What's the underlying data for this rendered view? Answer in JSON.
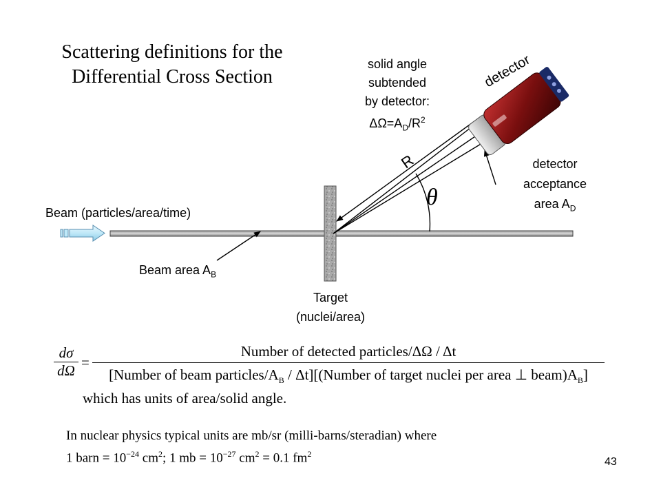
{
  "title_line1": "Scattering definitions for the",
  "title_line2": "Differential Cross Section",
  "beam_label": "Beam (particles/area/time)",
  "beam_area": {
    "text": "Beam area A",
    "sub": "B"
  },
  "target_line1": "Target",
  "target_line2": "(nuclei/area)",
  "solid_angle": {
    "line1": "solid angle",
    "line2": "subtended",
    "line3": "by detector:",
    "delta": "Δ",
    "omega": "Ω",
    "eq": "=A",
    "sub": "D",
    "over_r": "/R",
    "sup": "2"
  },
  "detector_label": "detector",
  "r_label": "R",
  "theta_label": "θ",
  "acceptance": {
    "line1": "detector",
    "line2": "acceptance",
    "line3": "area A",
    "sub": "D"
  },
  "formula": {
    "lhs_num": "dσ",
    "lhs_den": "dΩ",
    "equals": "=",
    "numerator": "Number of detected particles/ΔΩ / Δt",
    "den_part1": "[Number of beam particles/A",
    "den_part1_sub": "B",
    "den_part2": " / Δt][(Number of target nuclei per area ⊥ beam)A",
    "den_part2_sub": "B",
    "den_close": "]",
    "units_note": "which has units of area/solid angle."
  },
  "note_line1": "In nuclear physics typical units are mb/sr (milli-barns/steradian) where",
  "note_line2": {
    "a": "1 barn = 10",
    "a_sup": "−24",
    "b": " cm",
    "b_sup": "2",
    "c": "; 1 mb = 10",
    "c_sup": "−27",
    "d": " cm",
    "d_sup": "2",
    "e": " = 0.1 fm",
    "e_sup": "2"
  },
  "page_number": "43"
}
